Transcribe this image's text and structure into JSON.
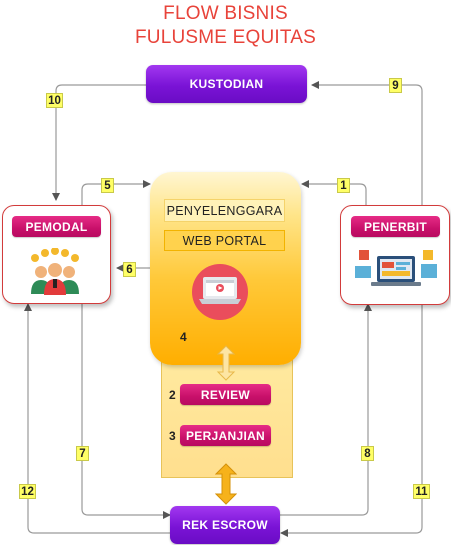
{
  "title": {
    "line1": "FLOW BISNIS",
    "line2": "FULUSME EQUITAS"
  },
  "nodes": {
    "kustodian": "KUSTODIAN",
    "pemodal": "PEMODAL",
    "penerbit": "PENERBIT",
    "penyelenggara": "PENYELENGGARA",
    "web_portal": "WEB PORTAL",
    "review": "REVIEW",
    "perjanjian": "PERJANJIAN",
    "rek_escrow": "REK ESCROW"
  },
  "steps": [
    "1",
    "2",
    "3",
    "4",
    "5",
    "6",
    "7",
    "8",
    "9",
    "10",
    "11",
    "12"
  ],
  "icons": {
    "pemodal": "investors-group-icon",
    "penerbit": "presentation-dashboard-icon",
    "portal": "laptop-web-portal-icon"
  },
  "colors": {
    "title": "#e8433a",
    "purple": "#7a13d6",
    "pink": "#c8106a",
    "portal_orange": "#ffae00",
    "border_red": "#d23b3b",
    "number_badge": "#ffff66"
  }
}
